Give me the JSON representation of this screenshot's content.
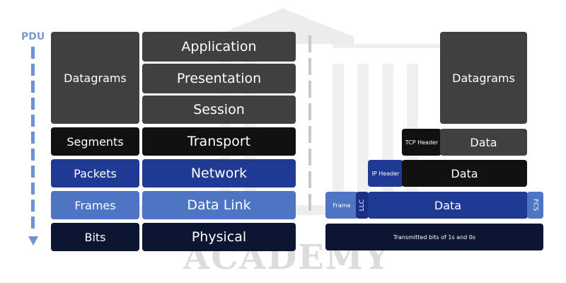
{
  "pdu_header": "PDU",
  "pdu_units": [
    "Datagrams",
    "Segments",
    "Packets",
    "Frames",
    "Bits"
  ],
  "layers": [
    "Application",
    "Presentation",
    "Session",
    "Transport",
    "Network",
    "Data Link",
    "Physical"
  ],
  "encapsulation": {
    "datagrams": "Datagrams",
    "tcp_header": "TCP Header",
    "tcp_data": "Data",
    "ip_header": "IP Header",
    "ip_data": "Data",
    "frame": "Frame",
    "llc": "LLC",
    "frame_data": "Data",
    "fcs": "FCS",
    "bits": "Transmitted bits of 1s and 0s"
  },
  "watermark": "ACADEMY",
  "colors": {
    "gray": "#404040",
    "black": "#111111",
    "blue": "#1f3a93",
    "light_blue": "#4e74c4",
    "navy": "#0c1633",
    "arrow": "#6f93d2"
  }
}
